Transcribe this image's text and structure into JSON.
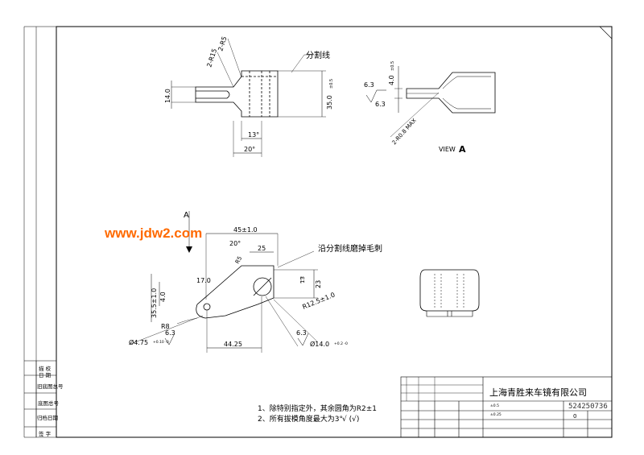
{
  "watermark": "www.jdw2.com",
  "top_left_view": {
    "labels": [
      "2-R5",
      "2-R15",
      "分割线",
      "14.0",
      "35.0",
      "13°",
      "20°"
    ],
    "dim_35_tol": "±0.5"
  },
  "top_right_view": {
    "labels": [
      "6.3",
      "6.3",
      "4.0",
      "2-R0.8 MAX"
    ],
    "dim_4_tol": "±0.5",
    "view_label": "VIEW",
    "view_letter": "A"
  },
  "bottom_left_view": {
    "arrow_label": "A",
    "labels": [
      "45±1.0",
      "20°",
      "25",
      "R5",
      "17.0",
      "13",
      "23",
      "4.0",
      "35.5±1.0",
      "R8",
      "R12.5±1.0",
      "44.25",
      "6.3",
      "6.3"
    ],
    "note_deburr": "沿分割线磨掉毛刺",
    "hole_small": "Ø4.75",
    "hole_small_tol": "+0.10 -0",
    "hole_large": "Ø14.0",
    "hole_large_tol": "+0.2 -0"
  },
  "notes": {
    "line1": "1、除特别指定外，其余圆角为R2±1",
    "line2": "2、所有拔模角度最大为3°",
    "roughness": "√ (√)"
  },
  "title_block": {
    "company": "上海青胜来车镜有限公司",
    "drawing_number": "524250736",
    "sheet": "0",
    "tol_line1": "±0.5",
    "tol_line2": "±0.25"
  },
  "side_table": {
    "row1": [
      "描 校",
      "日 期"
    ],
    "row2": [
      "旧底图总号"
    ],
    "row3": [
      "底图总号"
    ],
    "row4": [
      "归档日期",
      "签 字"
    ]
  }
}
